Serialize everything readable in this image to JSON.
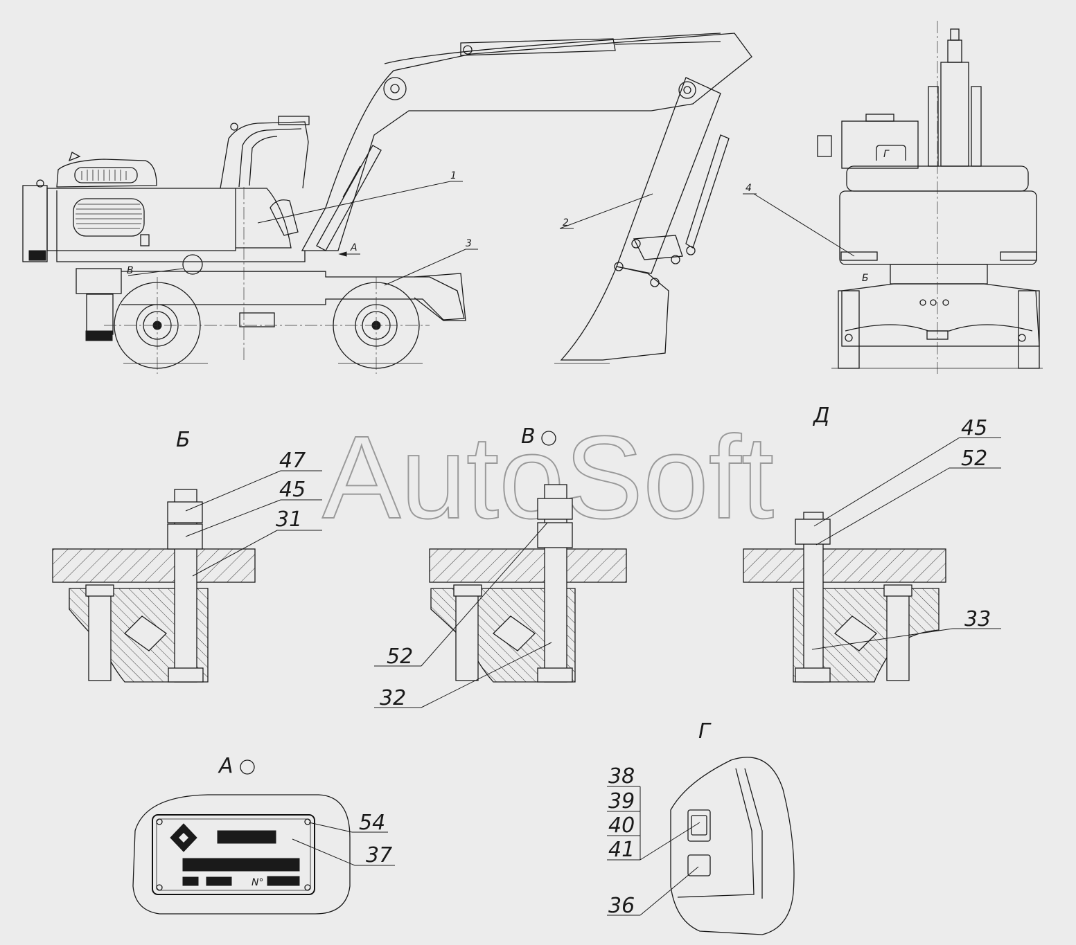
{
  "watermark": "AutoSoft",
  "main_view_callouts": {
    "c1": "1",
    "c2": "2",
    "c3": "3",
    "c4": "4"
  },
  "view_markers": {
    "A": "А",
    "B": "В",
    "B_cyr": "Б",
    "G": "Г"
  },
  "section_B": {
    "title": "Б",
    "labels": [
      "47",
      "45",
      "31"
    ]
  },
  "section_V": {
    "title": "В",
    "labels": [
      "52",
      "32"
    ]
  },
  "section_D": {
    "title": "Д",
    "labels": [
      "45",
      "52",
      "33"
    ]
  },
  "view_A": {
    "title": "А",
    "labels": [
      "54",
      "37"
    ],
    "plate_no": "N°"
  },
  "view_G": {
    "title": "Г",
    "labels": [
      "38",
      "39",
      "40",
      "41",
      "36"
    ]
  }
}
